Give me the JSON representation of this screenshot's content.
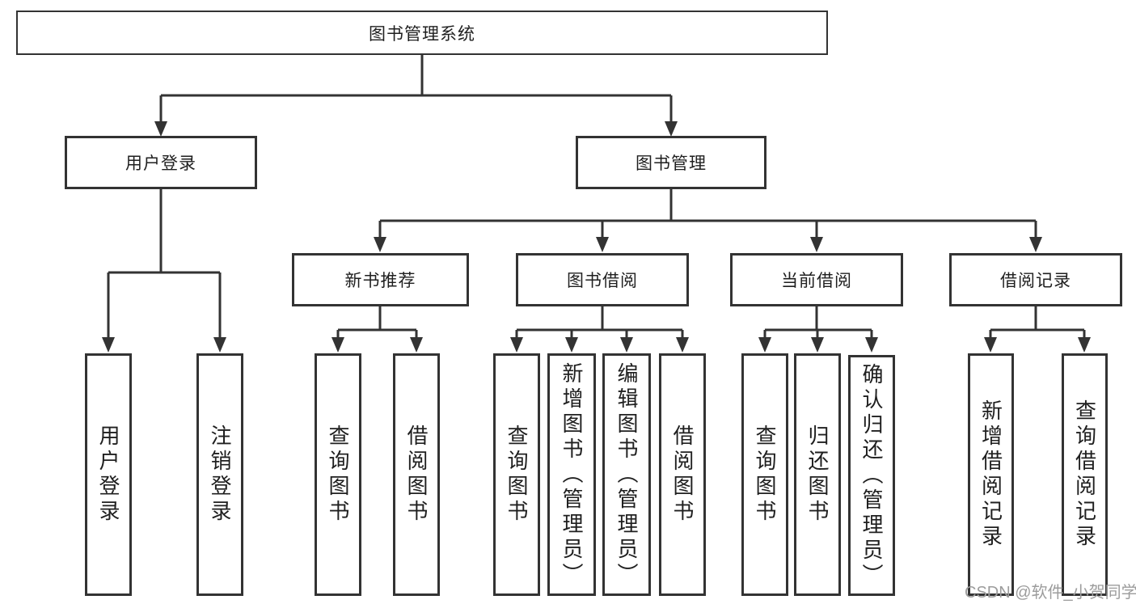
{
  "diagram": {
    "root": {
      "label": "图书管理系统"
    },
    "branches": [
      {
        "label": "用户登录",
        "children": [
          {
            "label": "用户登录"
          },
          {
            "label": "注销登录"
          }
        ]
      },
      {
        "label": "图书管理",
        "children": [
          {
            "label": "新书推荐",
            "children": [
              {
                "label": "查询图书"
              },
              {
                "label": "借阅图书"
              }
            ]
          },
          {
            "label": "图书借阅",
            "children": [
              {
                "label": "查询图书"
              },
              {
                "label": "新增图书（管理员）"
              },
              {
                "label": "编辑图书（管理员）"
              },
              {
                "label": "借阅图书"
              }
            ]
          },
          {
            "label": "当前借阅",
            "children": [
              {
                "label": "查询图书"
              },
              {
                "label": "归还图书"
              },
              {
                "label": "确认归还（管理员）"
              }
            ]
          },
          {
            "label": "借阅记录",
            "children": [
              {
                "label": "新增借阅记录"
              },
              {
                "label": "查询借阅记录"
              }
            ]
          }
        ]
      }
    ]
  },
  "watermark": {
    "text": "CSDN @软件_小贺同学"
  },
  "colors": {
    "line": "#333333",
    "box_border": "#333333",
    "text": "#1f1f1f",
    "watermark": "#9c9c9c",
    "background": "#ffffff"
  }
}
